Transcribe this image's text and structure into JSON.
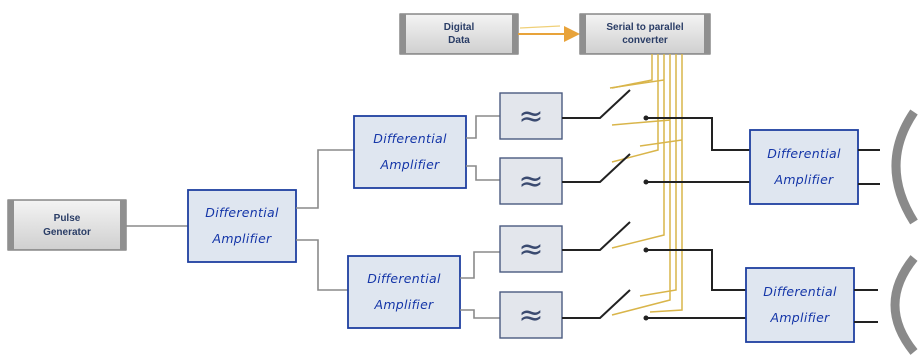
{
  "blocks": {
    "pulse_generator": [
      "Pulse",
      "Generator"
    ],
    "digital_data": [
      "Digital",
      "Data"
    ],
    "serial_to_parallel": [
      "Serial to parallel",
      "converter"
    ],
    "differential_amplifier": [
      "Differential",
      "Amplifier"
    ]
  },
  "filter_symbol": "≈",
  "colors": {
    "amplifier_border": "#1f3fa0",
    "amplifier_text": "#1536a8",
    "control_lines": "#d9b54a",
    "data_arrow": "#e8a33a"
  }
}
